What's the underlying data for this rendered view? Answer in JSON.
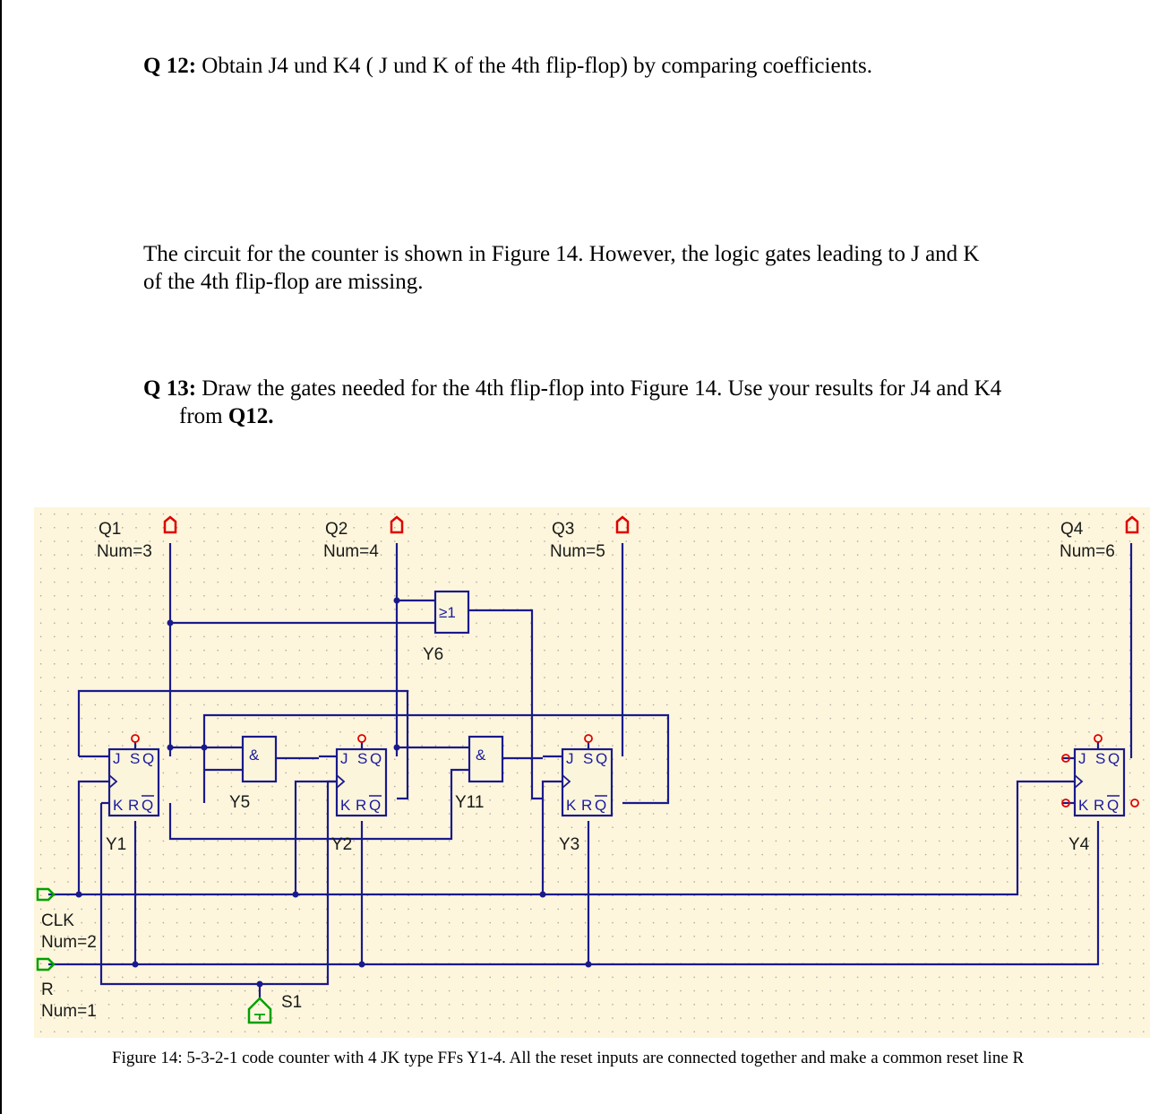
{
  "q12": {
    "label": "Q 12:",
    "text": "Obtain J4 und K4 ( J und K of the 4th flip-flop) by comparing coefficients."
  },
  "intro": {
    "line1": "The circuit for the counter is shown in Figure 14. However, the logic gates leading to J and K",
    "line2": "of the 4th flip-flop are missing."
  },
  "q13": {
    "label": "Q 13:",
    "line1": "Draw the gates needed for the 4th flip-flop into Figure 14. Use your results for J4 and K4",
    "line2_pre": "from",
    "line2_bold": "Q12."
  },
  "figure": {
    "caption": "Figure 14: 5-3-2-1 code counter with 4 JK type FFs Y1-4. All the reset inputs are connected together and make a common reset line R",
    "colors": {
      "background": "#fdf6dc",
      "wire": "#1a1a8c",
      "output_pin": "#e00000",
      "input_pin": "#00a000"
    },
    "outputs": [
      {
        "name": "Q1",
        "num": "Num=3"
      },
      {
        "name": "Q2",
        "num": "Num=4"
      },
      {
        "name": "Q3",
        "num": "Num=5"
      },
      {
        "name": "Q4",
        "num": "Num=6"
      }
    ],
    "inputs": [
      {
        "name": "CLK",
        "num": "Num=2"
      },
      {
        "name": "R",
        "num": "Num=1"
      }
    ],
    "flipflops": [
      "Y1",
      "Y2",
      "Y3",
      "Y4"
    ],
    "gates": [
      {
        "name": "Y5",
        "symbol": "&"
      },
      {
        "name": "Y11",
        "symbol": "&"
      },
      {
        "name": "Y6",
        "symbol": "≥1"
      }
    ],
    "ff_pins": {
      "j": "J",
      "s": "S",
      "q": "Q",
      "k": "K",
      "r": "R"
    },
    "switch": "S1"
  }
}
